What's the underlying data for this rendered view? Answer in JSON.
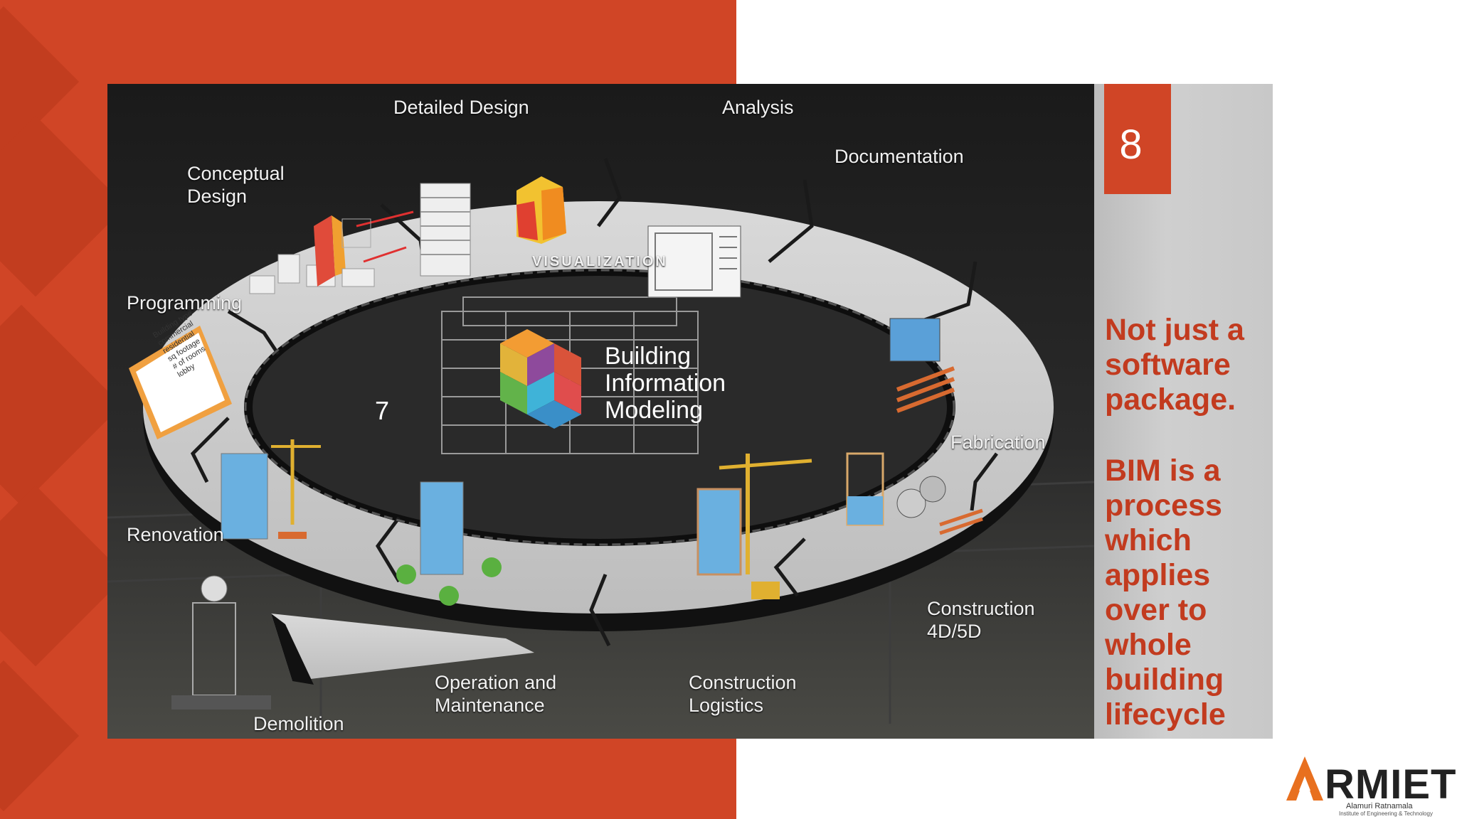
{
  "slide": {
    "number": "8",
    "side_text": {
      "line1": "Not just a",
      "line2": "software",
      "line3": "package.",
      "line4": "BIM is a",
      "line5": "process",
      "line6": "which",
      "line7": "applies",
      "line8": "over to",
      "line9": "whole",
      "line10": "building",
      "line11": "lifecycle"
    },
    "seven_label": "7"
  },
  "diagram": {
    "center_line1": "Building",
    "center_line2": "Information",
    "center_line3": "Modeling",
    "visualization": "VISUALIZATION",
    "stages": {
      "detailed_design": "Detailed Design",
      "analysis": "Analysis",
      "documentation": "Documentation",
      "conceptual_design_1": "Conceptual",
      "conceptual_design_2": "Design",
      "programming": "Programming",
      "fabrication": "Fabrication",
      "renovation": "Renovation",
      "construction_4d5d_1": "Construction",
      "construction_4d5d_2": "4D/5D",
      "demolition": "Demolition",
      "operation_1": "Operation and",
      "operation_2": "Maintenance",
      "logistics_1": "Construction",
      "logistics_2": "Logistics"
    },
    "clipboard": {
      "line1": "Building type",
      "line2": "commercial",
      "line3": "residential",
      "line4": "sq footage",
      "line5": "# of rooms",
      "line6": "lobby"
    }
  },
  "logo": {
    "letter": "A",
    "name": "RMIET",
    "sub1": "Alamuri Ratnamala",
    "sub2": "Institute of Engineering & Technology"
  },
  "colors": {
    "accent": "#d04526",
    "dark_accent": "#c23d1f",
    "text_red": "#c23b1f"
  }
}
